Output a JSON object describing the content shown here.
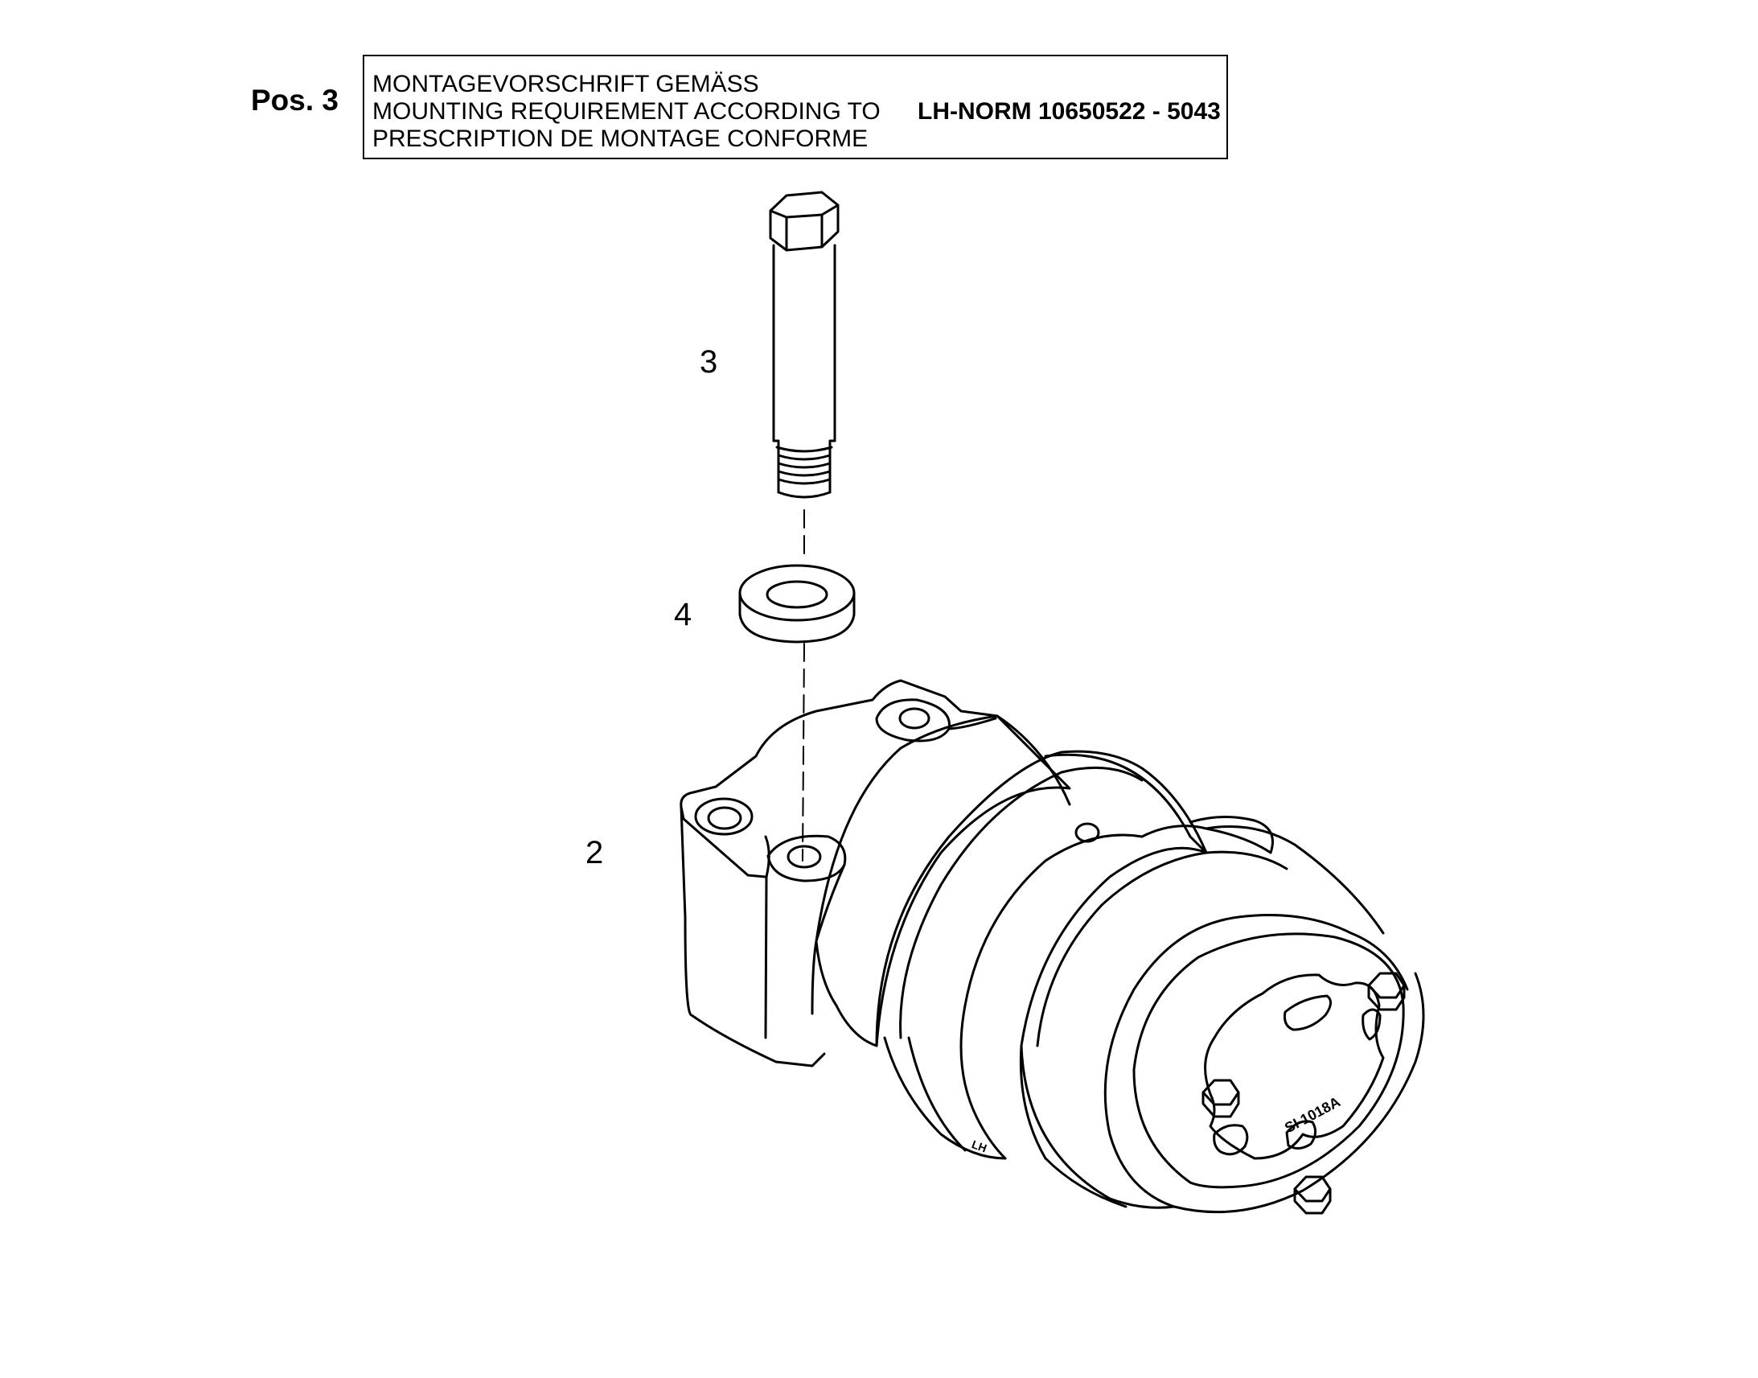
{
  "header": {
    "pos_label": "Pos. 3",
    "requirement_lines": [
      "MONTAGEVORSCHRIFT GEMÄSS",
      "MOUNTING REQUIREMENT ACCORDING TO",
      "PRESCRIPTION DE MONTAGE CONFORME"
    ],
    "norm": "LH-NORM 10650522 - 5043"
  },
  "callouts": {
    "bolt": "3",
    "washer": "4",
    "roller": "2"
  },
  "roller": {
    "cover_marking": "SI 1018A",
    "body_marking": "LH"
  },
  "colors": {
    "line": "#000000",
    "background": "#ffffff"
  }
}
